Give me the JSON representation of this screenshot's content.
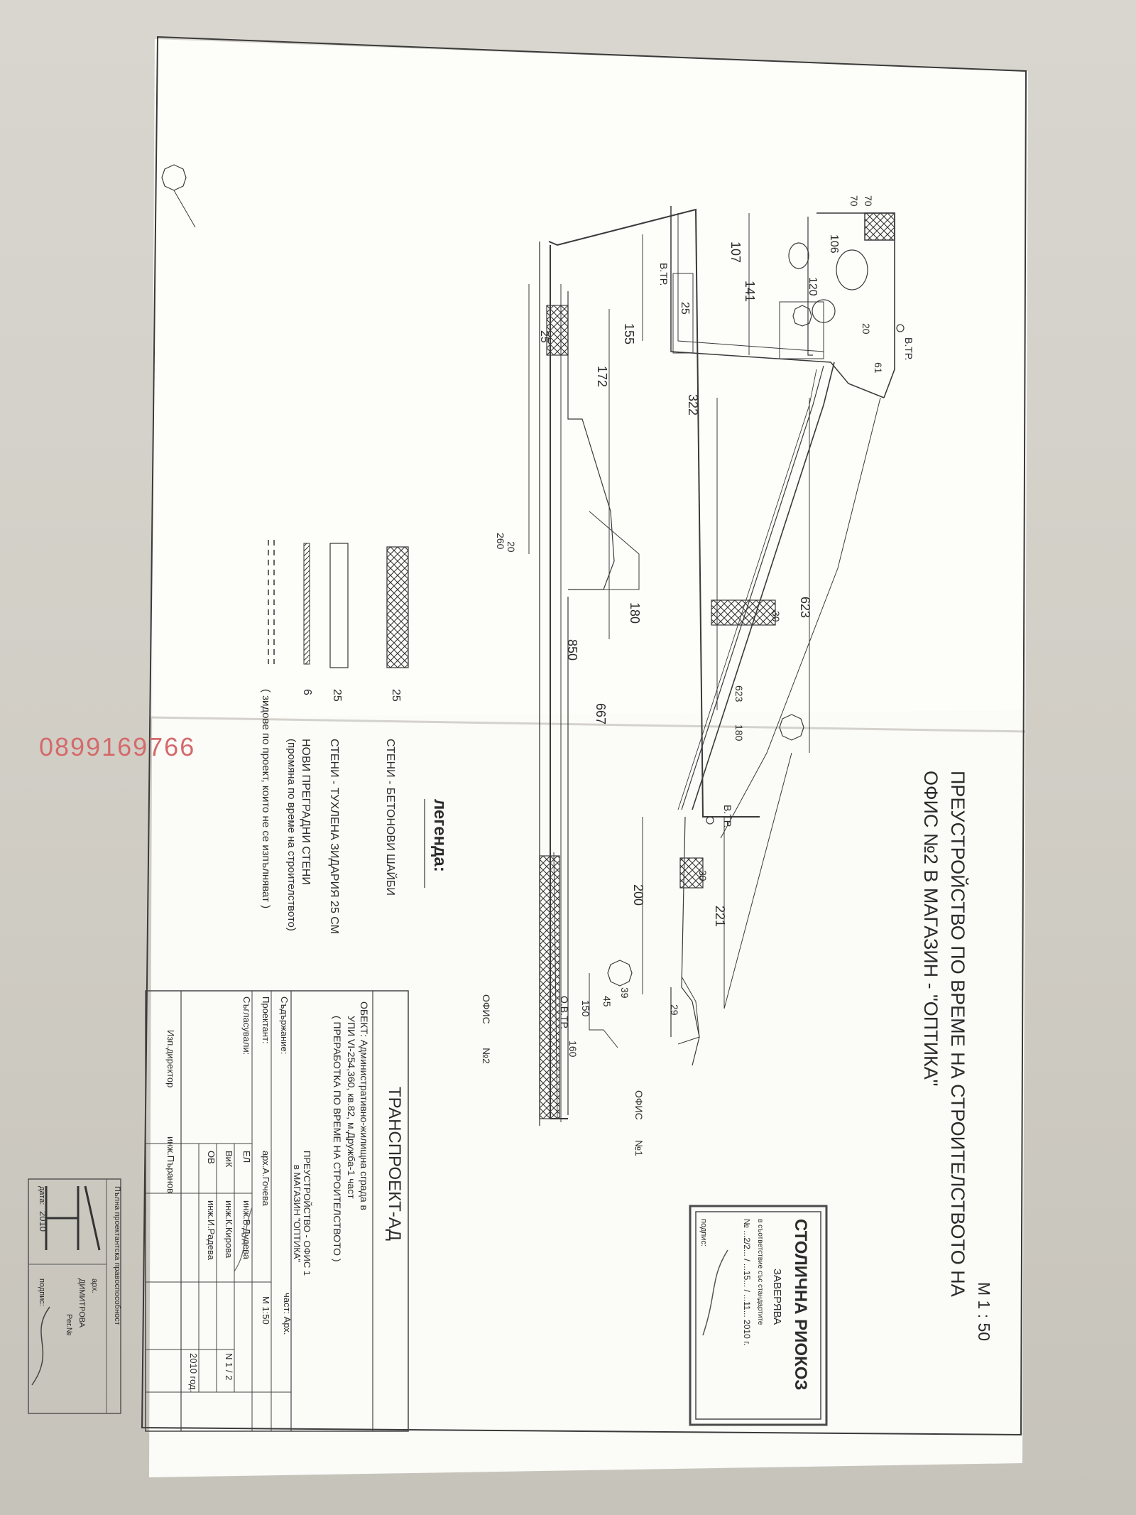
{
  "title": {
    "line1": "ПРЕУСТРОЙСТВО ПО ВРЕМЕ НА СТРОИТЕЛСТВОТО НА",
    "line2": "ОФИС №2  В МАГАЗИН - \"ОПТИКА\"",
    "scale": "М 1 : 50"
  },
  "stamp": {
    "title": "СТОЛИЧНА РИОКОЗ",
    "subtitle": "ЗАВЕРЯВА",
    "line": "в съответствие със стандартите",
    "number": "№ ...2/2... / ...15... / ...11... 2010 г.",
    "signature_label": "подпис:"
  },
  "rooms": {
    "office2_label": "ОФИС",
    "office2_num": "№2",
    "office1_label": "ОФИС",
    "office1_num": "№1"
  },
  "dimensions": [
    "107",
    "141",
    "155",
    "172",
    "322",
    "25",
    "25",
    "120",
    "106",
    "70",
    "70",
    "20",
    "61",
    "623",
    "180",
    "850",
    "667",
    "623",
    "180",
    "30",
    "200",
    "221",
    "30",
    "150",
    "45",
    "39",
    "160",
    "29",
    "260",
    "20"
  ],
  "vtr_labels": [
    "В.ТР.",
    "В.ТР.",
    "В.ТР.",
    "О.В.ТР."
  ],
  "legend": {
    "heading": "легенда:",
    "items": [
      {
        "symbol": "hatched",
        "dim": "25",
        "text": "СТЕНИ - БЕТОНОВИ ШАЙБИ",
        "text2": ""
      },
      {
        "symbol": "plain",
        "dim": "25",
        "text": "СТЕНИ - ТУХЛЕНА ЗИДАРИЯ 25 СМ",
        "text2": ""
      },
      {
        "symbol": "diagonal",
        "dim": "6",
        "text": "НОВИ ПРЕГРАДНИ СТЕНИ",
        "text2": "(промяна по време на строителството)"
      },
      {
        "symbol": "dashed",
        "dim": "",
        "text": "( зидове по проект, които не се изпълняват )",
        "text2": ""
      }
    ]
  },
  "watermark_phone": "0899169766",
  "titleblock": {
    "company": "ТРАНСПРОЕКТ-АД",
    "object_line1": "ОБЕКТ: Административно-жилищна сграда в",
    "object_line2": "УПИ VI-254,360, кв.82, м.Дружба-1 част",
    "object_line3": "( ПРЕРАБОТКА ПО ВРЕМЕ НА СТРОИТЕЛСТВОТО )",
    "content_label": "Съдържание:",
    "content_line1": "ПРЕУСТРОЙСТВО - ОФИС 1",
    "content_line2": "в МАГАЗИН \"ОПТИКА\"",
    "part_label": "част: Арх.",
    "designer_label": "Проектант:",
    "designer": "арх.А.Гочева",
    "scale": "М 1:50",
    "agreed_label": "Съгласували:",
    "rows": [
      {
        "code": "ЕЛ",
        "name": "инж.В.Дудева"
      },
      {
        "code": "ВиК",
        "name": "инж.К.Кирова"
      },
      {
        "code": "ОВ",
        "name": "инж.И.Радева"
      }
    ],
    "sheet_no": "N  1 / 2",
    "year": "2010 год.",
    "director_label": "Изп.директор",
    "director": "инж.Пъранов"
  },
  "corner_stamp": {
    "line1": "Пълна проектантска правоспособност",
    "line2": "арх.",
    "line3": "ДИМИТРОВА",
    "line4": "Рег.№",
    "date_label": "дата:",
    "date": "2010",
    "sign_label": "подпис:"
  }
}
